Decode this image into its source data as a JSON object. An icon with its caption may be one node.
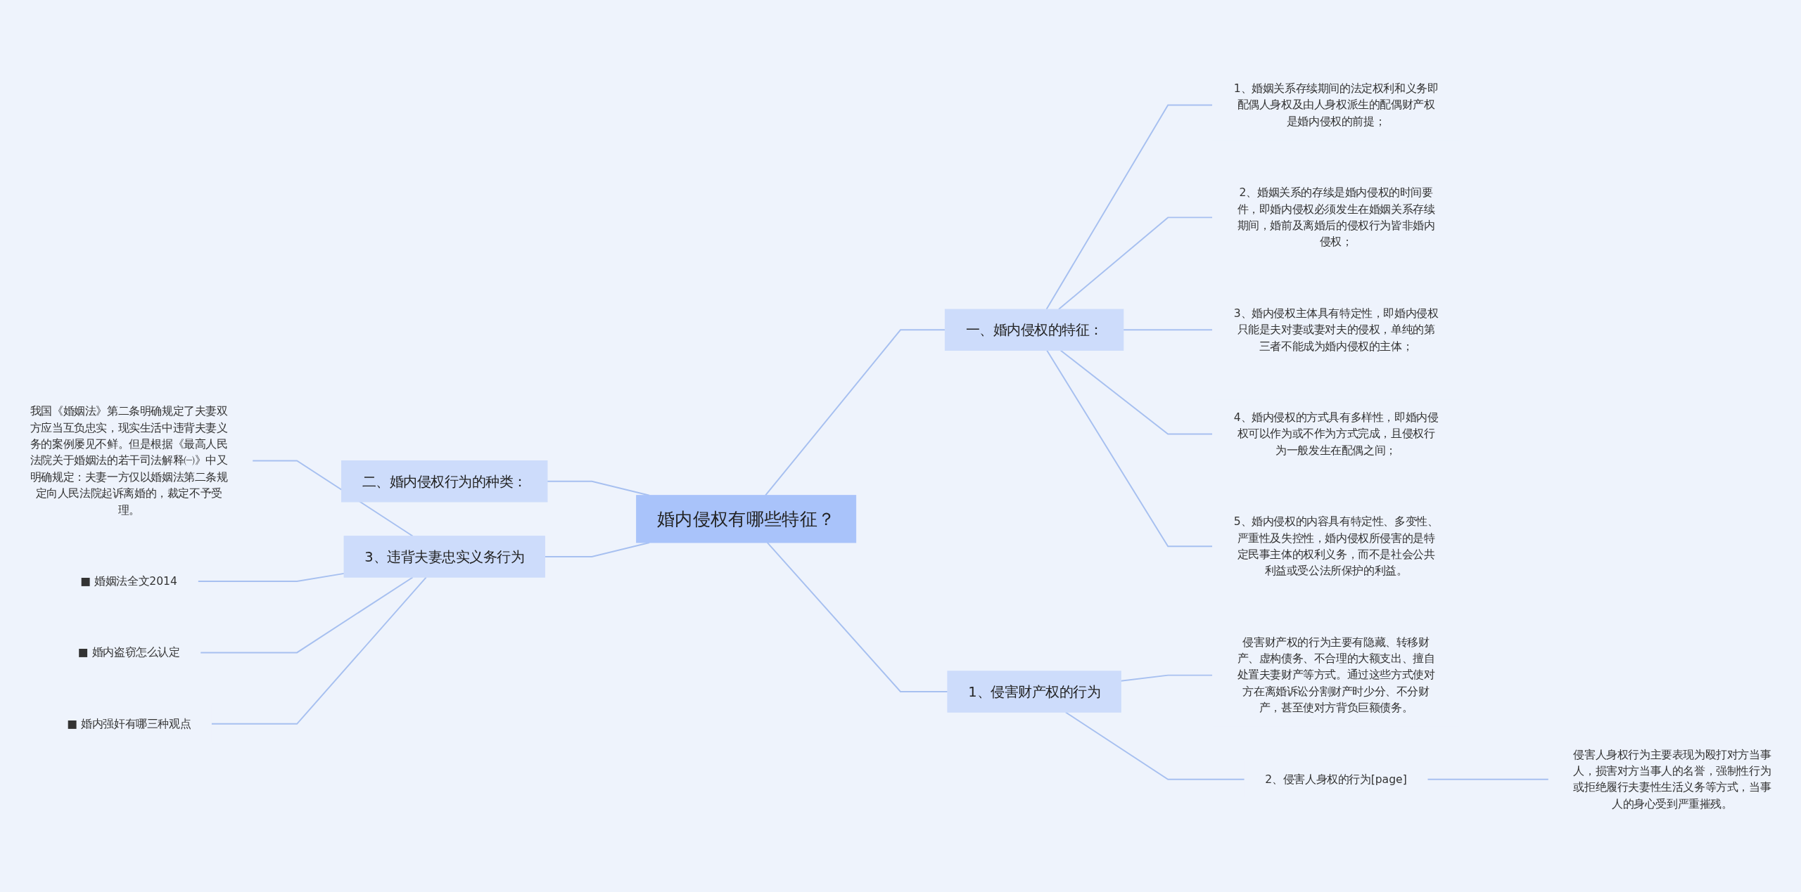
{
  "diagram": {
    "nodes": [
      {
        "text": [
          "婚内侵权有哪些特征？"
        ]
      },
      {
        "text": [
          "一、婚内侵权的特征："
        ]
      },
      {
        "text": [
          "1、婚姻关系存续期间的法定权利和义务即配偶人身权及由人身权派生的配偶财产权是婚内侵权的前提；"
        ]
      },
      {
        "text": [
          "2、婚姻关系的存续是婚内侵权的时间要件，即婚内侵权必须发生在婚姻关系存续期间，婚前及离婚后的侵权行为皆非婚内侵权；"
        ]
      },
      {
        "text": [
          "3、婚内侵权主体具有特定性，即婚内侵权只能是夫对妻或妻对夫的侵权，单纯的第三者不能成为婚内侵权的主体；"
        ]
      },
      {
        "text": [
          "4、婚内侵权的方式具有多样性，即婚内侵权可以作为或不作为方式完成，且侵权行为一般发生在配偶之间；"
        ]
      },
      {
        "text": [
          "5、婚内侵权的内容具有特定性、多变性、严重性及失控性，婚内侵权所侵害的是特定民事主体的权利义务，而不是社会公共利益或受公法所保护的利益。"
        ]
      },
      {
        "text": [
          "1、侵害财产权的行为"
        ]
      },
      {
        "text": [
          "侵害财产权的行为主要有隐藏、转移财产、虚构债务、不合理的大额支出、擅自处置夫妻财产等方式。通过这些方式使对方在离婚诉讼分割财产时少分、不分财产，甚至使对方背负巨额债务。"
        ]
      },
      {
        "text": [
          "2、侵害人身权的行为[page]"
        ]
      },
      {
        "text": [
          "侵害人身权行为主要表现为殴打对方当事人，损害对方当事人的名誉，强制性行为或拒绝履行夫妻性生活义务等方式，当事人的身心受到严重摧残。"
        ]
      },
      {
        "text": [
          "二、婚内侵权行为的种类："
        ]
      },
      {
        "text": [
          "3、违背夫妻忠实义务行为"
        ]
      },
      {
        "text": [
          "我国《婚姻法》第二条明确规定了夫妻双方应当互负忠实，现实生活中违背夫妻义务的案例屡见不鲜。但是根据《最高人民法院关于婚姻法的若干司法解释㈠》中又明确规定：夫妻一方仅以婚姻法第二条规定向人民法院起诉离婚的，裁定不予受理。"
        ]
      },
      {
        "text": [
          "■ 婚姻法全文2014"
        ]
      },
      {
        "text": [
          "■ 婚内盗窃怎么认定"
        ]
      },
      {
        "text": [
          "■ 婚内强奸有哪三种观点"
        ]
      }
    ],
    "edges": [
      {
        "from": 0,
        "to": 1,
        "arrow": "none"
      },
      {
        "from": 1,
        "to": 2,
        "arrow": "none"
      },
      {
        "from": 1,
        "to": 3,
        "arrow": "none"
      },
      {
        "from": 1,
        "to": 4,
        "arrow": "none"
      },
      {
        "from": 1,
        "to": 5,
        "arrow": "none"
      },
      {
        "from": 1,
        "to": 6,
        "arrow": "none"
      },
      {
        "from": 0,
        "to": 7,
        "arrow": "none"
      },
      {
        "from": 7,
        "to": 8,
        "arrow": "none"
      },
      {
        "from": 7,
        "to": 9,
        "arrow": "none"
      },
      {
        "from": 9,
        "to": 10,
        "arrow": "none"
      },
      {
        "from": 0,
        "to": 11,
        "arrow": "none"
      },
      {
        "from": 0,
        "to": 12,
        "arrow": "none"
      },
      {
        "from": 12,
        "to": 13,
        "arrow": "none"
      },
      {
        "from": 12,
        "to": 14,
        "arrow": "none"
      },
      {
        "from": 12,
        "to": 15,
        "arrow": "none"
      },
      {
        "from": 12,
        "to": 16,
        "arrow": "none"
      }
    ]
  }
}
